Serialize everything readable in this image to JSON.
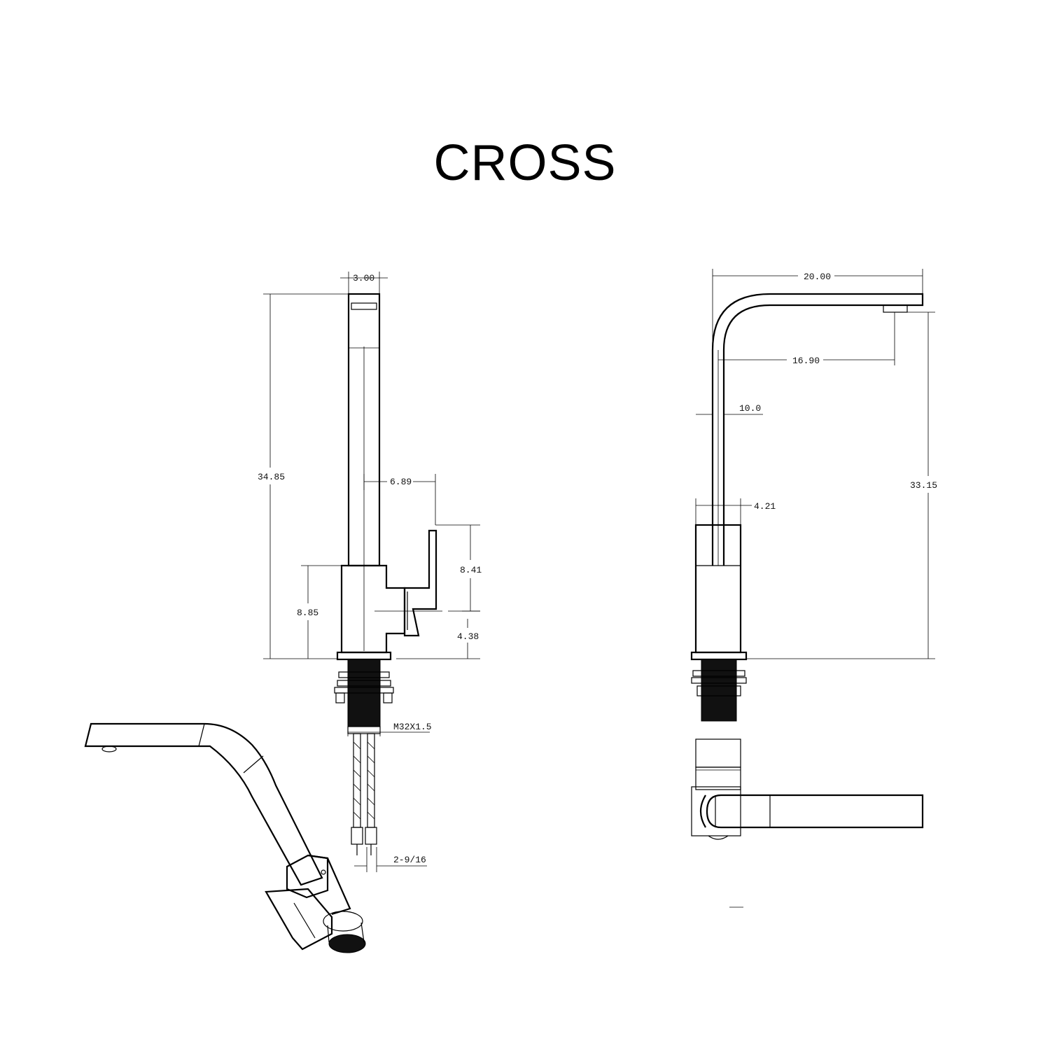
{
  "title": "CROSS",
  "dimensions": {
    "front": {
      "spout_width": "3.00",
      "total_height": "34.85",
      "handle_reach": "6.89",
      "handle_height": "8.41",
      "body_height": "8.85",
      "handle_base": "4.38",
      "thread": "M32X1.5",
      "hose_spacing": "2-9/16"
    },
    "side": {
      "spout_length": "20.00",
      "spout_reach": "16.90",
      "tube_diameter": "10.0",
      "body_width": "4.21",
      "spout_height": "33.15"
    }
  }
}
